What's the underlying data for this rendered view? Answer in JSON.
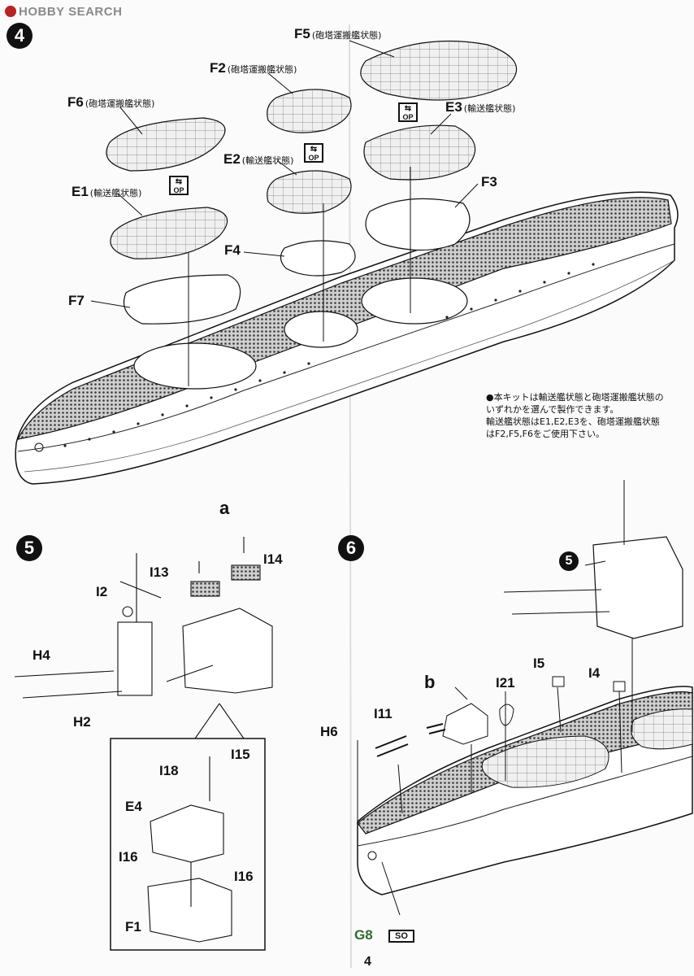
{
  "watermark": "HOBBY SEARCH",
  "step4": {
    "number": "4",
    "labels": {
      "F5": "F5",
      "F5_sub": "(砲塔運搬艦状態)",
      "F2": "F2",
      "F2_sub": "(砲塔運搬艦状態)",
      "F6": "F6",
      "F6_sub": "(砲塔運搬艦状態)",
      "E3": "E3",
      "E3_sub": "(輸送艦状態)",
      "E2": "E2",
      "E2_sub": "(輸送艦状態)",
      "E1": "E1",
      "E1_sub": "(輸送艦状態)",
      "F3": "F3",
      "F4": "F4",
      "F7": "F7"
    },
    "op_badge": "OP",
    "note": [
      "●本キットは輸送艦状態と砲塔運搬艦状態の",
      "いずれかを選んで製作できます。",
      "輸送艦状態はE1,E2,E3を、砲塔運搬艦状態",
      "はF2,F5,F6をご使用下さい。"
    ]
  },
  "step5": {
    "number": "5",
    "sub_label": "a",
    "labels": {
      "I2": "I2",
      "H4": "H4",
      "H2": "H2",
      "I13": "I13",
      "I14": "I14",
      "I15": "I15",
      "I18": "I18",
      "E4": "E4",
      "I16a": "I16",
      "I16b": "I16",
      "F1": "F1"
    }
  },
  "step6": {
    "number": "6",
    "ref_step": "5",
    "sub_label": "b",
    "labels": {
      "H6": "H6",
      "I11": "I11",
      "I21": "I21",
      "I5": "I5",
      "I4": "I4",
      "G8": "G8",
      "SO": "SO"
    }
  },
  "page_number": "4"
}
